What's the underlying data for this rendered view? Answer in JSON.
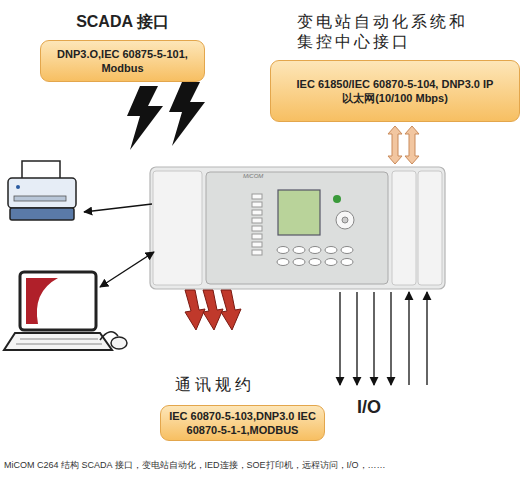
{
  "diagram": {
    "caption": "MiCOM C264 结构 SCADA 接口，变电站自动化，IED连接，SOE打印机，远程访问，I/O，……",
    "nodes": [
      {
        "text": [
          "SCADA 接口",
          "DNP3.O,IEC 60875-5-101, Modbus"
        ]
      },
      {
        "text": [
          "变电站自动化系统和 集控中心接口",
          "IEC 61850/IEC 60870-5-104, DNP3.0 IP 以太网(10/100 Mbps)"
        ]
      },
      {
        "text": [
          "MiCOM"
        ]
      },
      {
        "text": [
          "通讯规约",
          "IEC 60870-5-103,DNP3.0 IEC 60870-5-1-1,MODBUS"
        ]
      }
    ],
    "edges": [
      {
        "from": 1,
        "to": 2,
        "arrow": "both"
      },
      {
        "from": 1,
        "to": 2,
        "arrow": "both"
      }
    ],
    "labels": [
      "I/O"
    ]
  }
}
